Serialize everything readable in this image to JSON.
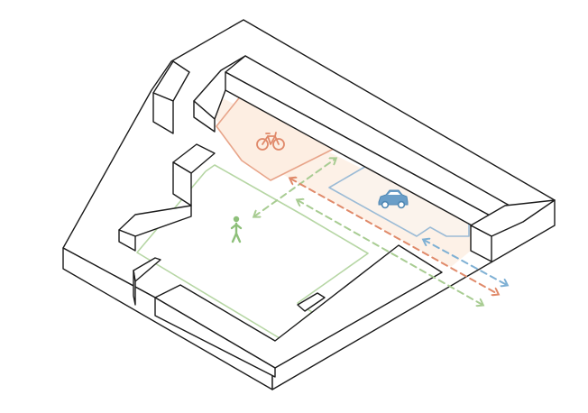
{
  "diagram": {
    "zones": [
      {
        "id": "bicycle",
        "icon": "bicycle-icon",
        "fill": "#fdeee2",
        "stroke": "#e8a58a"
      },
      {
        "id": "car",
        "icon": "car-icon",
        "fill": "#fbf3ec",
        "stroke": "#9bbbd6"
      },
      {
        "id": "pedestrian",
        "icon": "pedestrian-icon",
        "fill": "#ffffff",
        "stroke": "#b6d6a4"
      }
    ],
    "connections": [
      {
        "id": "pedestrian-flow",
        "color": "#a8cc92",
        "bidirectional": true
      },
      {
        "id": "bicycle-flow",
        "color": "#e08a6a",
        "bidirectional": true
      },
      {
        "id": "car-flow",
        "color": "#7eb0d4",
        "bidirectional": true
      }
    ],
    "colors": {
      "outline": "#1a1a1a",
      "background": "#ffffff"
    }
  }
}
